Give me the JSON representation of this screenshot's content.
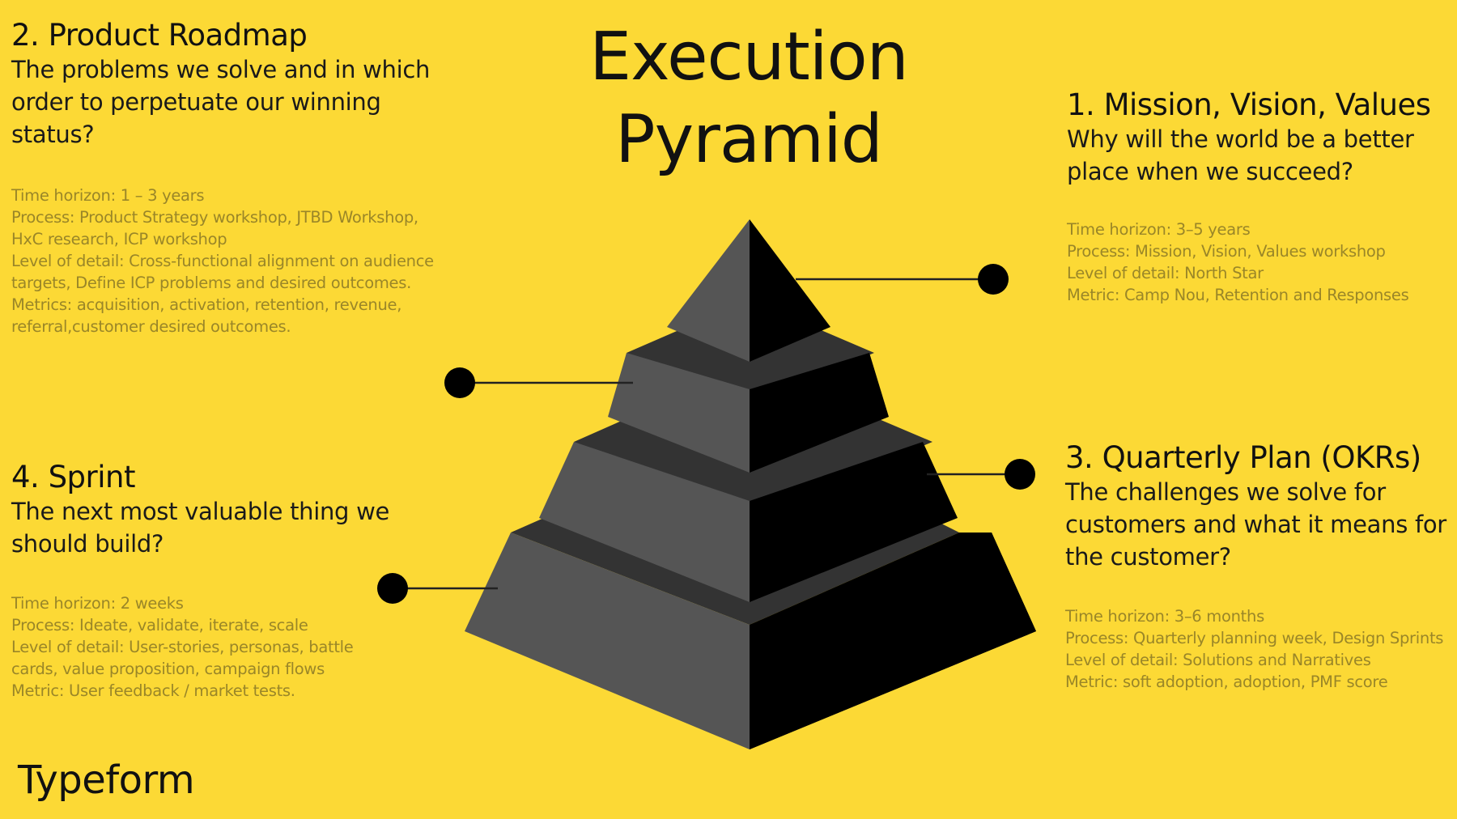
{
  "title": {
    "line1": "Execution",
    "line2": "Pyramid"
  },
  "levels": [
    {
      "heading": "1. Mission, Vision, Values",
      "question": "Why will the world be a better place when we succeed?",
      "details": [
        "Time horizon: 3–5 years",
        "Process: Mission, Vision, Values workshop",
        "Level of detail: North Star",
        "Metric: Camp Nou, Retention and Responses"
      ]
    },
    {
      "heading": "2. Product Roadmap",
      "question": "The problems we solve and in which order to perpetuate our winning status?",
      "details": [
        "Time horizon: 1 – 3 years",
        "Process: Product Strategy workshop, JTBD Workshop, HxC research, ICP workshop",
        "Level of detail: Cross-functional alignment on audience targets, Define ICP problems and desired outcomes.",
        "Metrics: acquisition, activation, retention, revenue, referral,customer desired outcomes."
      ]
    },
    {
      "heading": "3. Quarterly Plan (OKRs)",
      "question": "The challenges we solve for customers and what it means for the customer?",
      "details": [
        "Time horizon: 3–6 months",
        "Process: Quarterly planning week, Design Sprints",
        "Level of detail: Solutions and Narratives",
        "Metric: soft adoption, adoption, PMF score"
      ]
    },
    {
      "heading": "4. Sprint",
      "question": "The next most valuable thing we should build?",
      "details": [
        "Time horizon: 2 weeks",
        "Process: Ideate, validate, iterate, scale",
        "Level of detail: User-stories, personas, battle cards, value proposition, campaign flows",
        "Metric: User feedback / market tests."
      ]
    }
  ],
  "brand": "Typeform",
  "colors": {
    "background": "#FCD935",
    "face_left": "#555555",
    "face_right": "#000000",
    "ledge": "#333333",
    "text_primary": "#111111",
    "text_muted": "#9A8628"
  }
}
